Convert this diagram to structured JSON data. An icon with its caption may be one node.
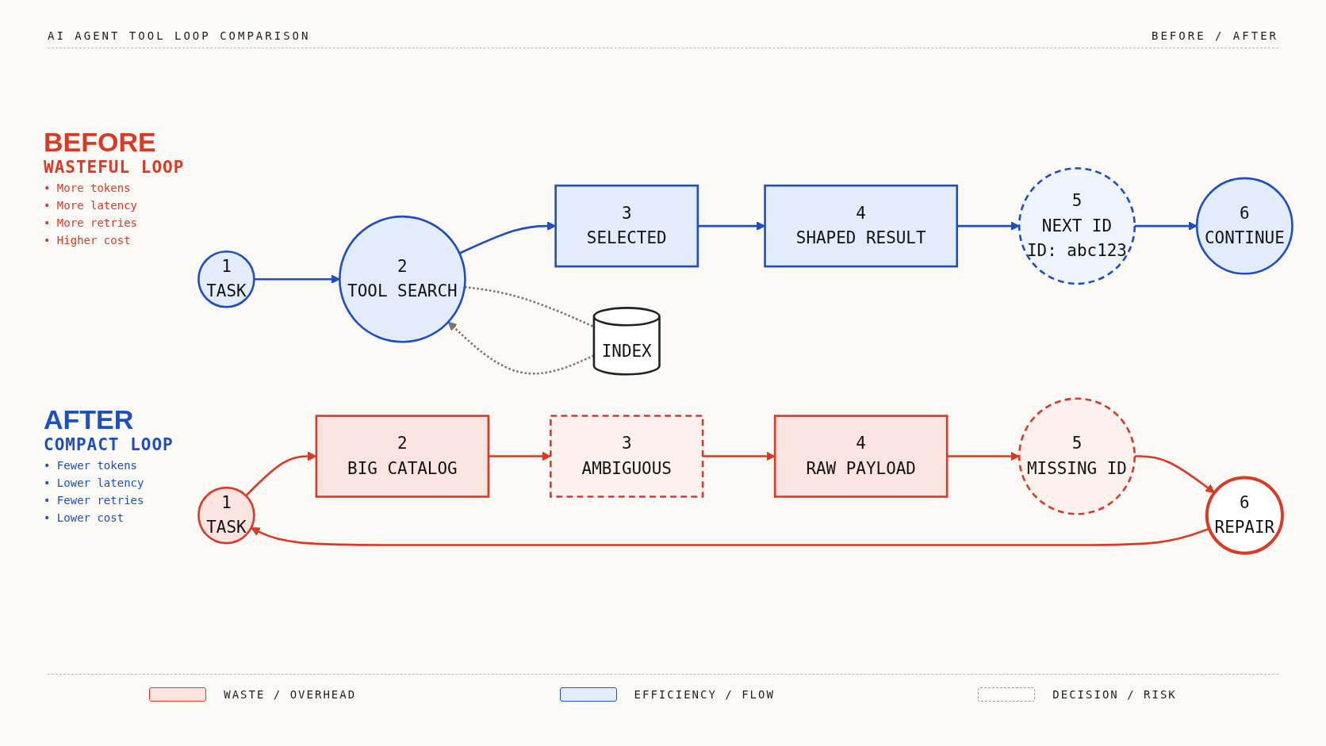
{
  "diagram": {
    "title": "AI AGENT TOOL LOOP COMPARISON",
    "nodes": [
      {
        "text": [
          "1",
          "TASK"
        ]
      },
      {
        "text": [
          "2",
          "BIG CATALOG"
        ]
      },
      {
        "text": [
          "3",
          "AMBIGUOUS"
        ]
      },
      {
        "text": [
          "4",
          "RAW PAYLOAD"
        ]
      },
      {
        "text": [
          "5",
          "MISSING ID"
        ]
      },
      {
        "text": [
          "6",
          "REPAIR"
        ]
      },
      {
        "text": [
          "1",
          "TASK"
        ]
      },
      {
        "text": [
          "2",
          "TOOL SEARCH"
        ]
      },
      {
        "text": [
          "INDEX"
        ]
      },
      {
        "text": [
          "3",
          "SELECTED"
        ]
      },
      {
        "text": [
          "4",
          "SHAPED RESULT"
        ]
      },
      {
        "text": [
          "5",
          "NEXT ID",
          "ID: abc123"
        ]
      },
      {
        "text": [
          "6",
          "CONTINUE"
        ]
      }
    ],
    "edges": [
      {
        "from": 0,
        "to": 1,
        "arrow": "to",
        "color": "#d93a26"
      },
      {
        "from": 1,
        "to": 2,
        "arrow": "to",
        "color": "#d93a26"
      },
      {
        "from": 2,
        "to": 3,
        "arrow": "to",
        "color": "#d93a26"
      },
      {
        "from": 3,
        "to": 4,
        "arrow": "to",
        "color": "#d93a26"
      },
      {
        "from": 4,
        "to": 5,
        "arrow": "to",
        "color": "#d93a26"
      },
      {
        "from": 5,
        "to": 0,
        "arrow": "to",
        "color": "#d93a26"
      },
      {
        "from": 6,
        "to": 7,
        "arrow": "to",
        "color": "#1f4fbf"
      },
      {
        "from": 7,
        "to": 8,
        "arrow": "none",
        "style": "dashed",
        "color": "#777777"
      },
      {
        "from": 8,
        "to": 7,
        "arrow": "to",
        "style": "dashed",
        "color": "#777777"
      },
      {
        "from": 7,
        "to": 9,
        "arrow": "to",
        "color": "#1f4fbf"
      },
      {
        "from": 9,
        "to": 10,
        "arrow": "to",
        "color": "#1f4fbf"
      },
      {
        "from": 10,
        "to": 11,
        "arrow": "to",
        "color": "#1f4fbf"
      },
      {
        "from": 11,
        "to": 12,
        "arrow": "to",
        "color": "#1f4fbf"
      }
    ],
    "labels": [
      "BEFORE / AFTER",
      "BEFORE",
      "WASTEFUL LOOP",
      "• More tokens",
      "• More latency",
      "• More retries",
      "• Higher cost",
      "AFTER",
      "COMPACT LOOP",
      "• Fewer tokens",
      "• Lower latency",
      "• Fewer retries",
      "• Lower cost"
    ],
    "legend": [
      {
        "text": "WASTE / OVERHEAD",
        "color": "#fbe3df"
      },
      {
        "text": "EFFICIENCY / FLOW",
        "color": "#e2ecfb"
      },
      {
        "text": "DECISION / RISK"
      }
    ]
  }
}
